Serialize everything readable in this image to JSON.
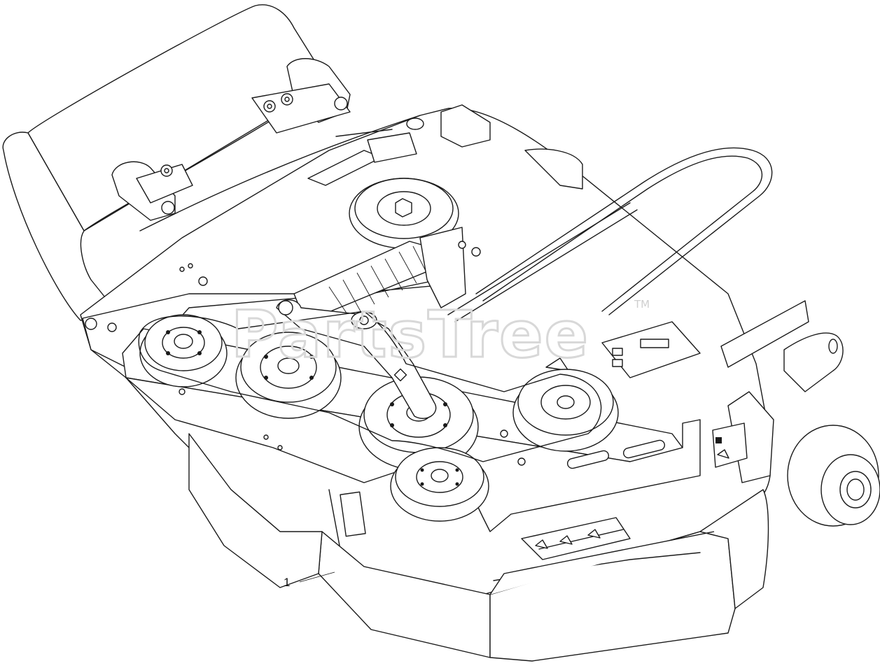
{
  "watermark": {
    "text": "PartsTree",
    "trademark": "TM"
  },
  "callouts": [
    {
      "number": "1"
    }
  ]
}
